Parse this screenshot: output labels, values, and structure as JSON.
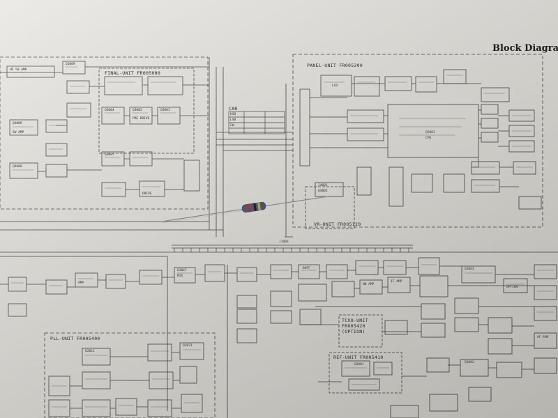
{
  "title": "Block Diagram",
  "units": {
    "final": "FINAL-UNIT FR005000",
    "panel": "PANEL-UNIT FR005200",
    "vr": "VR-UNIT FR005120",
    "pll": "PLL-UNIT FR005400",
    "tcxo": "TCXO-UNIT FR005420 (OPTION)",
    "ref": "REF-UNIT FR005410",
    "car": "CAR"
  },
  "labels": {
    "hf_amp": "HF 50 AMP",
    "q1009": "Q1009",
    "q3009": "Q3009",
    "sw_amp": "SW AMP",
    "q3008": "Q3008",
    "q3007": "Q3007",
    "q3004": "Q3004",
    "q3002": "Q3002",
    "q3001": "Q3001",
    "pre_drive": "PRE DRIVE",
    "drive": "DRIVE",
    "cpu": "CPU",
    "q5001": "Q5001",
    "lcd": "LCD",
    "q4001": "Q4001",
    "j1006": "J1006",
    "j4001": "J4001",
    "q1047": "Q1047",
    "mix": "MIX",
    "buff": "BUFF",
    "amp": "AMP",
    "option": "OPTION",
    "q2001": "Q2001",
    "q2012": "Q2012",
    "q2021": "Q2021",
    "q1063": "Q1063",
    "q1082": "Q1082",
    "usb": "USB",
    "lsb": "LSB",
    "cw": "CW",
    "nb_amp": "NB AMP",
    "af_amp": "AF AMP",
    "if_amp": "IF AMP"
  },
  "colors": {
    "paper": "#e6e4df",
    "ink": "#3a3a3a",
    "resistor_body": "#3d5a8c",
    "resistor_band": "#a33b2a"
  }
}
